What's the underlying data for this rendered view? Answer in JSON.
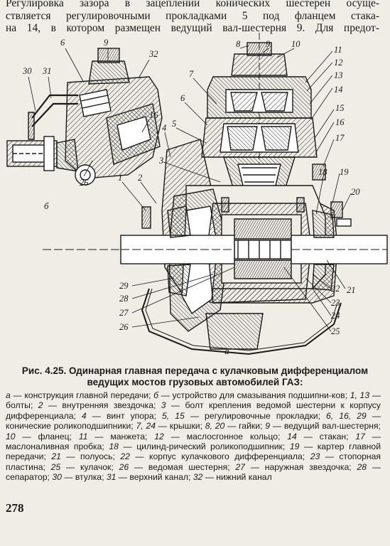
{
  "intro_lines": [
    "Регулировка зазора в зацеплении конических шестерен осуще-",
    "ствляется регулировочными прокладками 5 под фланцем стака-",
    "на 14, в котором размещен ведущий вал-шестерня 9. Для предот-"
  ],
  "figure": {
    "sublabel_b": "б",
    "sublabel_a": "а",
    "callouts_left": [
      "6",
      "9",
      "32",
      "30",
      "31",
      "16",
      "26",
      "4"
    ],
    "callouts_main": [
      "8",
      "9",
      "10",
      "11",
      "12",
      "13",
      "14",
      "7",
      "6",
      "5",
      "15",
      "16",
      "17",
      "3",
      "18",
      "19",
      "20",
      "1",
      "2",
      "21",
      "22",
      "23",
      "24",
      "25",
      "29",
      "28",
      "27",
      "26"
    ]
  },
  "caption": {
    "line1": "Рис. 4.25. Одинарная главная передача с кулачковым дифференциалом",
    "line2": "ведущих мостов грузовых автомобилей ГАЗ:"
  },
  "legend": [
    {
      "num": "а",
      "text": "конструкция главной передачи;"
    },
    {
      "num": "б",
      "text": "устройство для смазывания подшипни-ков;"
    },
    {
      "num": "1, 13",
      "text": "болты;"
    },
    {
      "num": "2",
      "text": "внутренняя звездочка;"
    },
    {
      "num": "3",
      "text": "болт крепления ведомой шестерни к корпусу дифференциала;"
    },
    {
      "num": "4",
      "text": "винт упора;"
    },
    {
      "num": "5, 15",
      "text": "регулировочные прокладки;"
    },
    {
      "num": "6, 16, 29",
      "text": "конические роликоподшипники;"
    },
    {
      "num": "7, 24",
      "text": "крышки;"
    },
    {
      "num": "8, 20",
      "text": "гайки;"
    },
    {
      "num": "9",
      "text": "ведущий вал-шестерня;"
    },
    {
      "num": "10",
      "text": "фланец;"
    },
    {
      "num": "11",
      "text": "манжета;"
    },
    {
      "num": "12",
      "text": "маслосгонное кольцо;"
    },
    {
      "num": "14",
      "text": "стакан;"
    },
    {
      "num": "17",
      "text": "маслоналивная пробка;"
    },
    {
      "num": "18",
      "text": "цилинд-рический роликоподшипник;"
    },
    {
      "num": "19",
      "text": "картер главной передачи;"
    },
    {
      "num": "21",
      "text": "полуось;"
    },
    {
      "num": "22",
      "text": "корпус кулачкового дифференциала;"
    },
    {
      "num": "23",
      "text": "стопорная пластина;"
    },
    {
      "num": "25",
      "text": "кулачок;"
    },
    {
      "num": "26",
      "text": "ведомая шестерня;"
    },
    {
      "num": "27",
      "text": "наружная звездочка;"
    },
    {
      "num": "28",
      "text": "сепаратор;"
    },
    {
      "num": "30",
      "text": "втулка;"
    },
    {
      "num": "31",
      "text": "верхний канал;"
    },
    {
      "num": "32",
      "text": "нижний канал"
    }
  ],
  "page_number": "278",
  "colors": {
    "paper": "#efede6",
    "ink": "#1a1a1a",
    "hatch": "#555555"
  }
}
